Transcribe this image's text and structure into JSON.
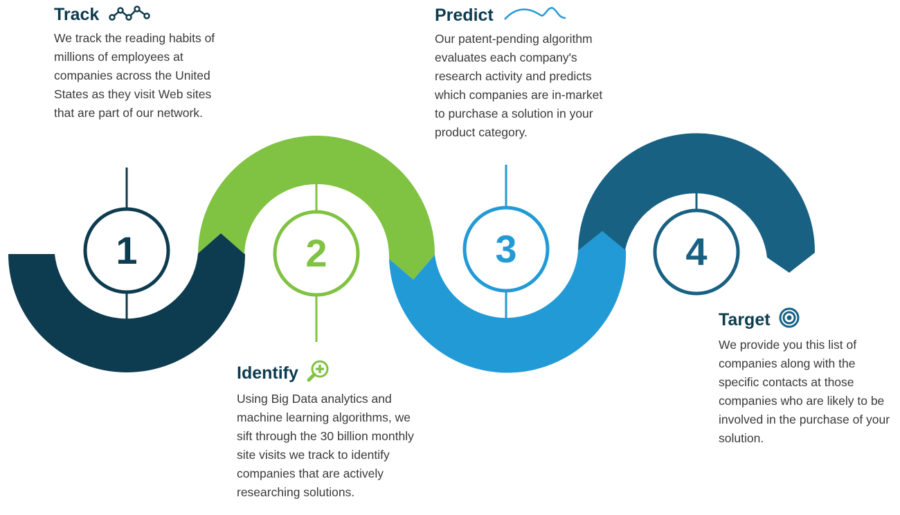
{
  "steps": [
    {
      "number": "1",
      "title": "Track",
      "icon": "connected-dots-icon",
      "color": "#0d3b4f",
      "text": "We track the reading habits of millions of employees at companies across the United States as they visit Web sites that are part of our network."
    },
    {
      "number": "2",
      "title": "Identify",
      "icon": "magnifier-plus-icon",
      "color": "#80c242",
      "text": "Using Big Data analytics and machine learning algorithms, we sift through the 30 billion monthly site visits we track to identify companies that are actively researching solutions."
    },
    {
      "number": "3",
      "title": "Predict",
      "icon": "wave-line-icon",
      "color": "#229ad6",
      "text": "Our patent-pending algorithm evaluates each company's research activity and predicts which companies are in-market to purchase a solution in your product category."
    },
    {
      "number": "4",
      "title": "Target",
      "icon": "target-icon",
      "color": "#186183",
      "text": "We provide you this list of companies along with the specific contacts at those companies who are likely to be involved in the purchase of your solution."
    }
  ]
}
